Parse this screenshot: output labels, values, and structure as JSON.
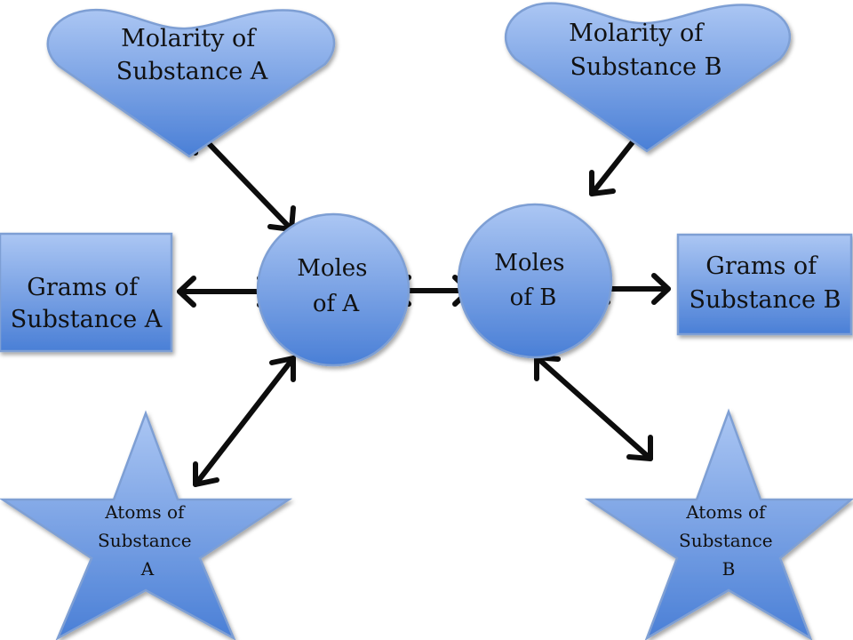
{
  "diagram": {
    "nodes": {
      "molarity_a": {
        "lines": [
          "Molarity of",
          "Substance A"
        ]
      },
      "molarity_b": {
        "lines": [
          "Molarity of",
          "Substance B"
        ]
      },
      "moles_a": {
        "lines": [
          "Moles",
          "of A"
        ]
      },
      "moles_b": {
        "lines": [
          "Moles",
          "of B"
        ]
      },
      "grams_a": {
        "lines": [
          "Grams of",
          "Substance A"
        ]
      },
      "grams_b": {
        "lines": [
          "Grams of",
          "Substance B"
        ]
      },
      "atoms_a": {
        "lines": [
          "Atoms of",
          "Substance",
          "A"
        ]
      },
      "atoms_b": {
        "lines": [
          "Atoms of",
          "Substance",
          "B"
        ]
      }
    },
    "edges": [
      {
        "from": "molarity_a",
        "to": "moles_a",
        "direction": "both"
      },
      {
        "from": "grams_a",
        "to": "moles_a",
        "direction": "both"
      },
      {
        "from": "atoms_a",
        "to": "moles_a",
        "direction": "both"
      },
      {
        "from": "moles_a",
        "to": "moles_b",
        "direction": "both"
      },
      {
        "from": "molarity_b",
        "to": "moles_b",
        "direction": "both"
      },
      {
        "from": "moles_b",
        "to": "grams_b",
        "direction": "both"
      },
      {
        "from": "moles_b",
        "to": "atoms_b",
        "direction": "both"
      }
    ],
    "colors": {
      "fill_light": "#a9c4f1",
      "fill_dark": "#4a7fd6",
      "outline": "#7e9fd4",
      "arrow": "#0d0d0d",
      "text": "#111111"
    }
  }
}
